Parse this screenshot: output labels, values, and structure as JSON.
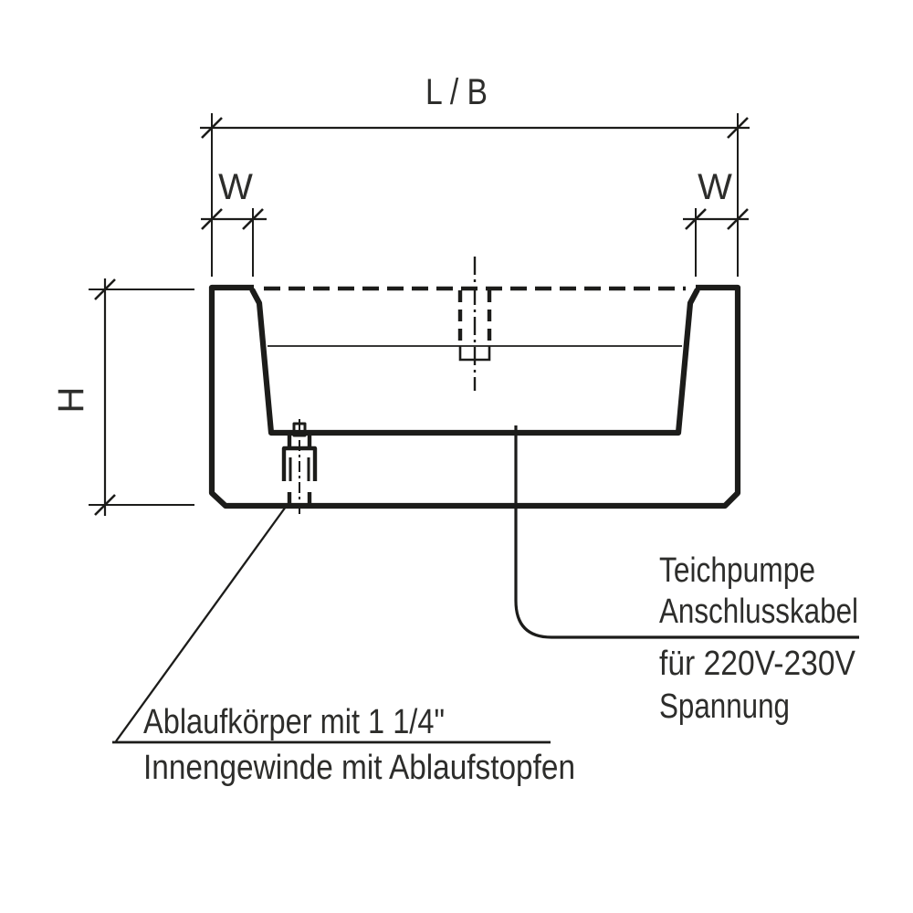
{
  "drawing": {
    "type": "technical-cross-section",
    "dimensions": {
      "length_width": "L / B",
      "wall_left": "W",
      "wall_right": "W",
      "height": "H"
    },
    "annotations": {
      "pump_label": {
        "line1": "Teichpumpe",
        "line2": "Anschlusskabel",
        "line3": "für 220V-230V",
        "line4": "Spannung"
      },
      "drain_label": {
        "line1": "Ablaufkörper mit 1 1/4\"",
        "line2": "Innengewinde mit Ablaufstopfen"
      }
    },
    "colors": {
      "line": "#1c1c1a",
      "text": "#2d2d2b",
      "background": "#ffffff"
    }
  }
}
